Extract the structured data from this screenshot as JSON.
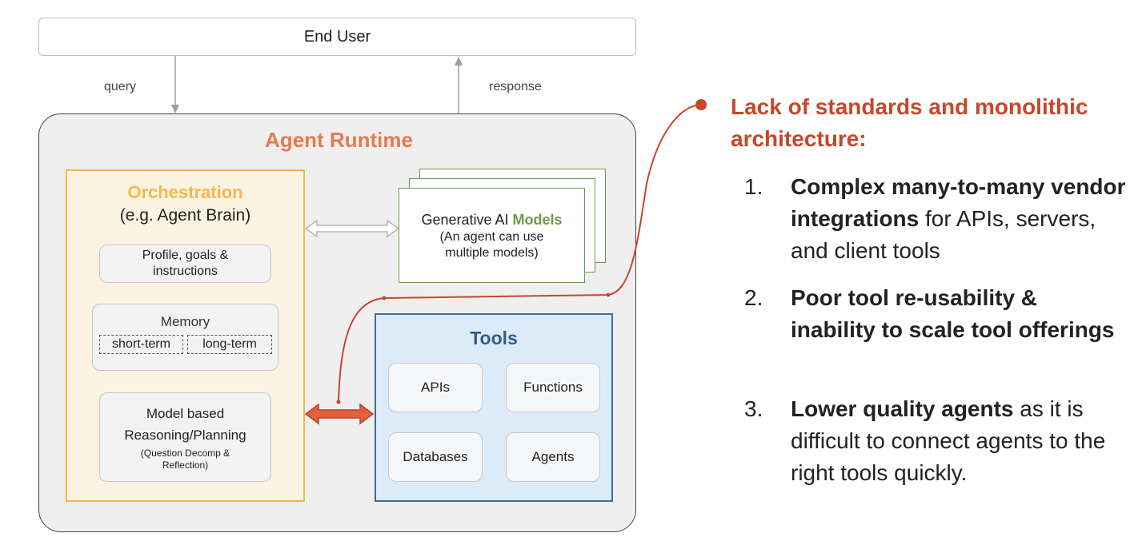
{
  "end_user": "End User",
  "flow": {
    "query": "query",
    "response": "response"
  },
  "runtime": {
    "title": "Agent Runtime"
  },
  "orchestration": {
    "title": "Orchestration",
    "subtitle": "(e.g. Agent Brain)",
    "profile": "Profile, goals & instructions",
    "memory": {
      "title": "Memory",
      "short": "short-term",
      "long": "long-term"
    },
    "reasoning": {
      "main": "Model based Reasoning/Planning",
      "sub": "(Question Decomp & Reflection)"
    }
  },
  "models": {
    "prefix": "Generative AI ",
    "highlight": "Models",
    "sub": "(An agent can use multiple models)"
  },
  "tools": {
    "title": "Tools",
    "items": [
      "APIs",
      "Functions",
      "Databases",
      "Agents"
    ]
  },
  "side": {
    "heading": "Lack of standards and monolithic architecture:",
    "items": [
      {
        "num": "1.",
        "bold": "Complex many-to-many vendor integrations",
        "rest": " for APIs, servers, and client tools"
      },
      {
        "num": "2.",
        "bold": "Poor tool re-usability & inability to scale tool offerings",
        "rest": ""
      },
      {
        "num": "3.",
        "bold": "Lower quality agents",
        "rest": " as it is difficult to connect agents to the right tools quickly."
      }
    ]
  },
  "colors": {
    "runtime_title": "#e57a50",
    "orchestration": "#f5b74e",
    "models": "#6e9a4a",
    "tools": "#2f5d86",
    "accent": "#c5482a"
  }
}
